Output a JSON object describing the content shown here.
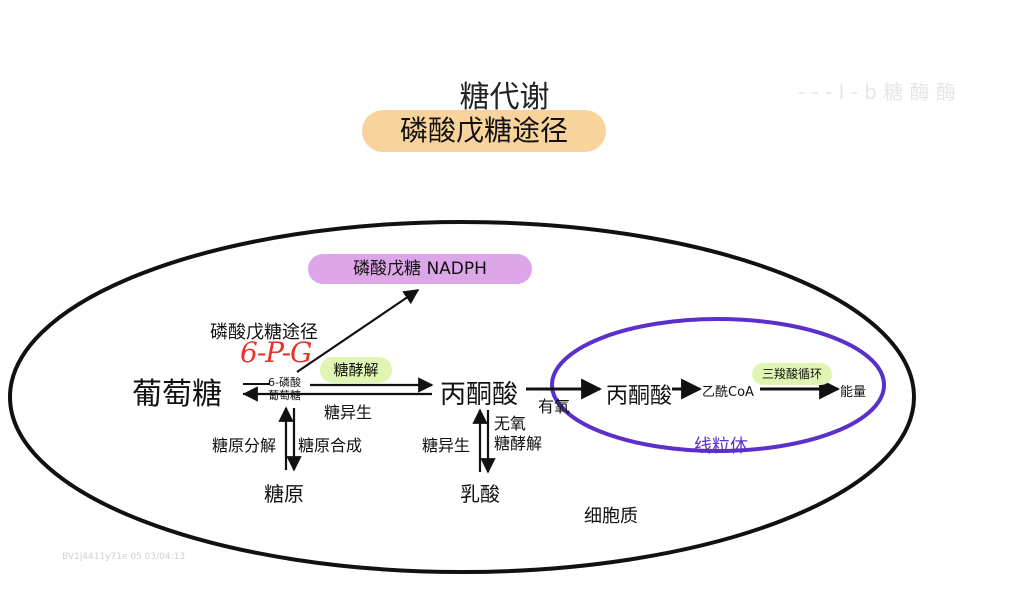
{
  "header": {
    "title": "糖代谢",
    "subtitle": "磷酸戊糖途径",
    "subtitle_color": "#f8d49c"
  },
  "colors": {
    "nadph_pill": "#dda6e8",
    "green_pill": "#e1f5b2",
    "mitochondria": "#5b2fc9",
    "handwriting": "#e8332a"
  },
  "nodes": {
    "glucose": "葡萄糖",
    "g6p": "6-磷酸\n葡萄糖",
    "pyruvate_cytosol": "丙酮酸",
    "pyruvate_mito": "丙酮酸",
    "acetyl_coa": "乙酰CoA",
    "energy": "能量",
    "glycogen": "糖原",
    "lactate": "乳酸",
    "pentose_nadph": "磷酸戊糖 NADPH"
  },
  "labels": {
    "pentose_pathway": "磷酸戊糖途径",
    "handwritten_note": "6-P-G",
    "glycolysis": "糖酵解",
    "gluconeogenesis_top": "糖异生",
    "glycogenolysis": "糖原分解",
    "glycogenesis": "糖原合成",
    "gluconeogenesis_lactate": "糖异生",
    "anaerobic": "无氧\n糖酵解",
    "aerobic": "有氧",
    "tca_cycle": "三羧酸循环",
    "mitochondria": "线粒体",
    "cytoplasm": "细胞质"
  },
  "watermarks": {
    "right": "- - - l - b 糖 酶 酶",
    "bottom": "BV1j4411y71e 05 03/04:13"
  }
}
